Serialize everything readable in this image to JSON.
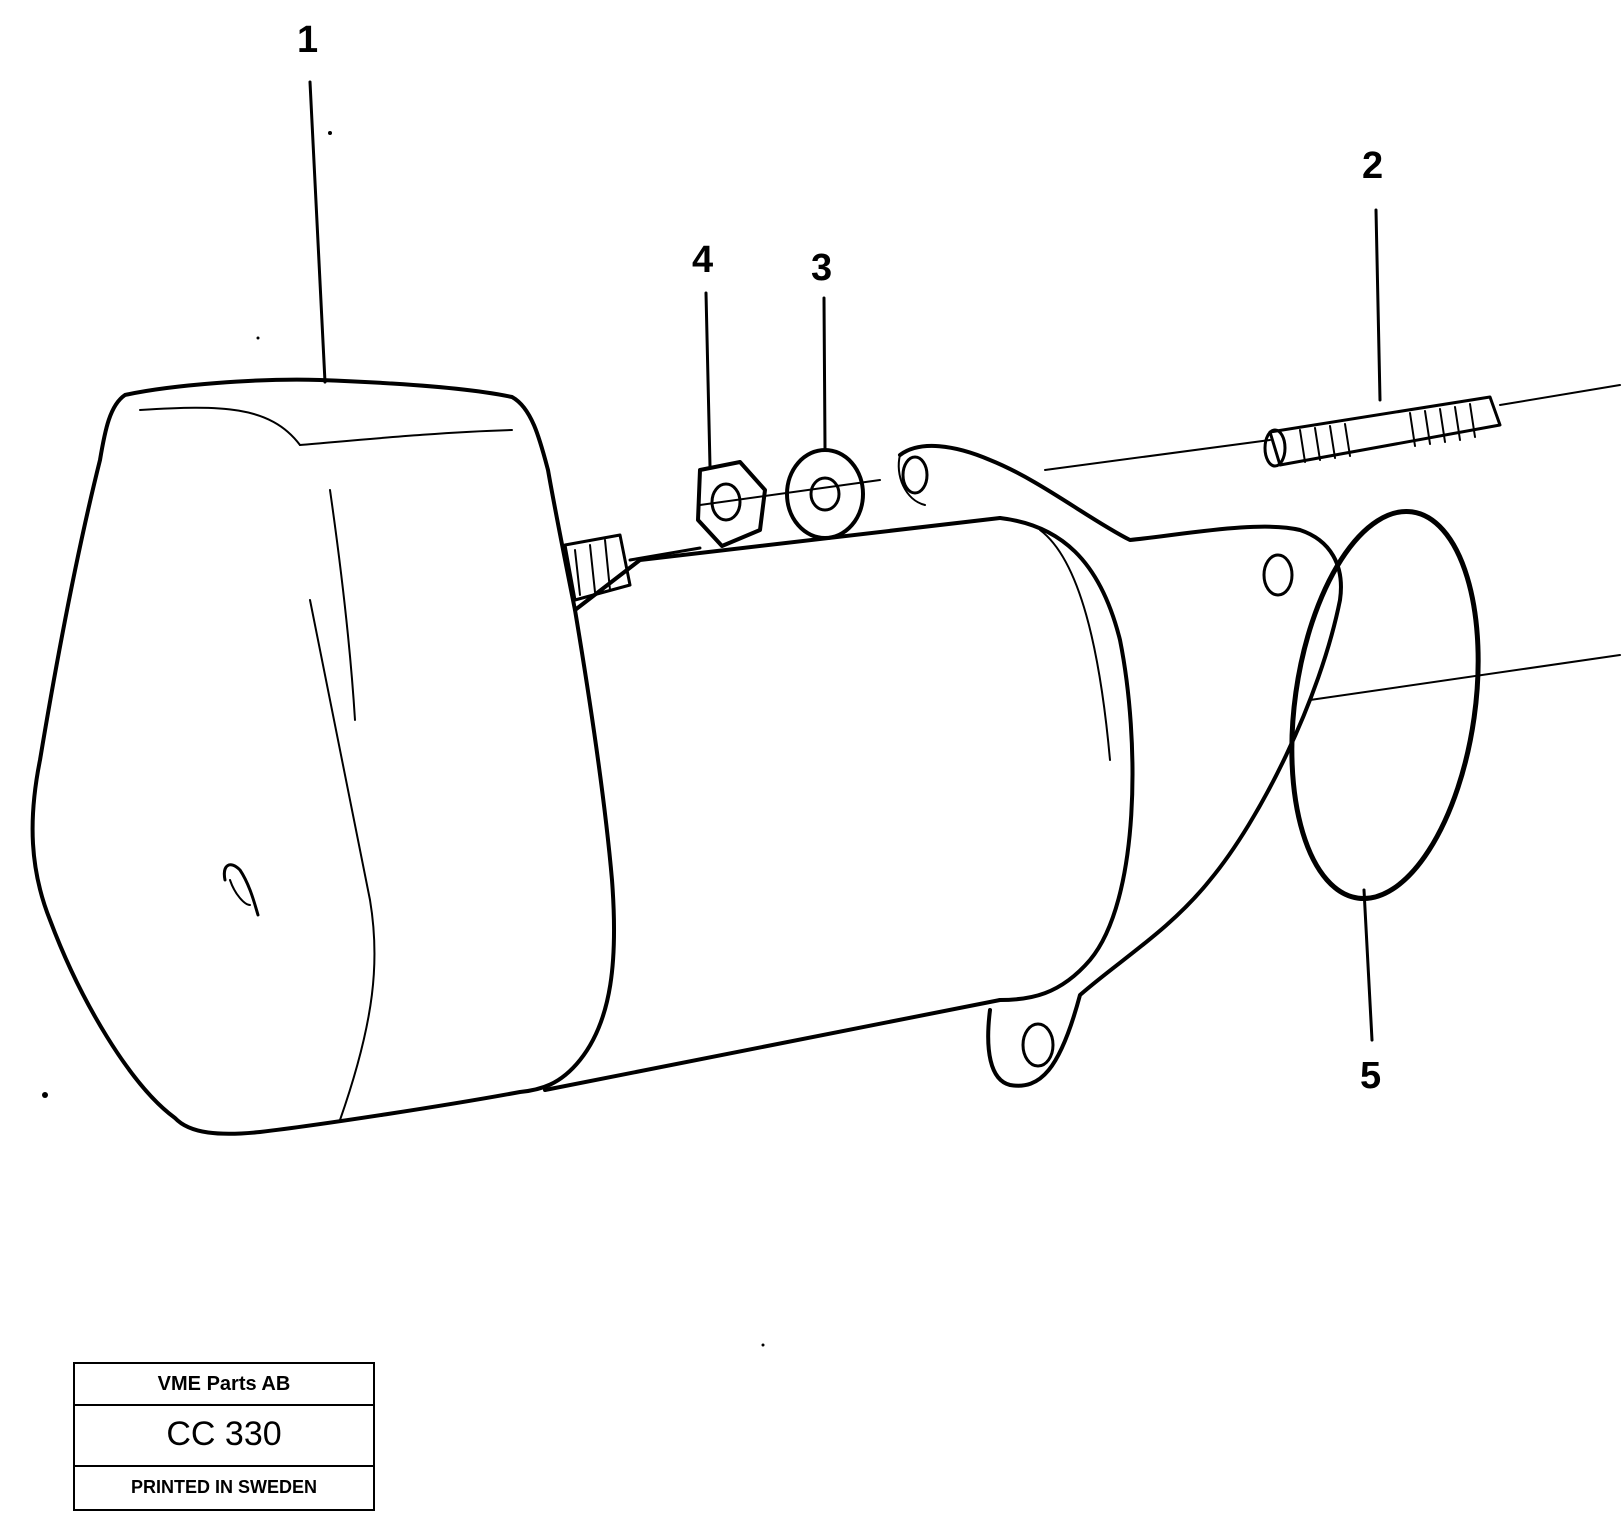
{
  "diagram": {
    "callouts": [
      {
        "id": "1",
        "label": "1"
      },
      {
        "id": "2",
        "label": "2"
      },
      {
        "id": "3",
        "label": "3"
      },
      {
        "id": "4",
        "label": "4"
      },
      {
        "id": "5",
        "label": "5"
      }
    ]
  },
  "title_block": {
    "company": "VME Parts AB",
    "code": "CC 330",
    "printed": "PRINTED IN SWEDEN"
  }
}
